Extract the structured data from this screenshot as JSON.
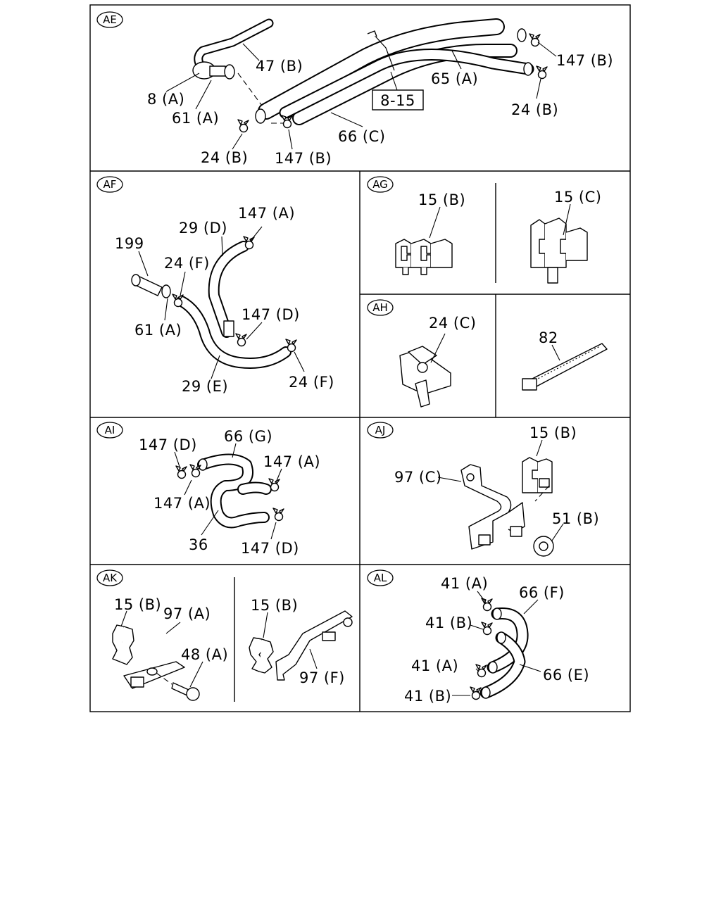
{
  "panels": [
    {
      "id": "AE",
      "labels": [
        "47 (B)",
        "8 (A)",
        "61 (A)",
        "24 (B)",
        "147 (B)",
        "66 (C)",
        "65 (A)",
        "147 (B)",
        "24 (B)"
      ],
      "ref_box": "8-15"
    },
    {
      "id": "AF",
      "labels": [
        "147 (A)",
        "29 (D)",
        "199",
        "24 (F)",
        "147 (D)",
        "61 (A)",
        "29 (E)",
        "24 (F)"
      ]
    },
    {
      "id": "AG",
      "labels": [
        "15 (B)",
        "15 (C)"
      ]
    },
    {
      "id": "AH",
      "labels": [
        "24 (C)",
        "82"
      ]
    },
    {
      "id": "AI",
      "labels": [
        "147 (D)",
        "66 (G)",
        "147 (A)",
        "147 (A)",
        "36",
        "147 (D)"
      ]
    },
    {
      "id": "AJ",
      "labels": [
        "15 (B)",
        "97 (C)",
        "51 (B)"
      ]
    },
    {
      "id": "AK",
      "labels": [
        "15 (B)",
        "97 (A)",
        "48 (A)",
        "15 (B)",
        "97 (F)"
      ]
    },
    {
      "id": "AL",
      "labels": [
        "41 (A)",
        "66 (F)",
        "41 (B)",
        "41 (A)",
        "66 (E)",
        "41 (B)"
      ]
    }
  ]
}
